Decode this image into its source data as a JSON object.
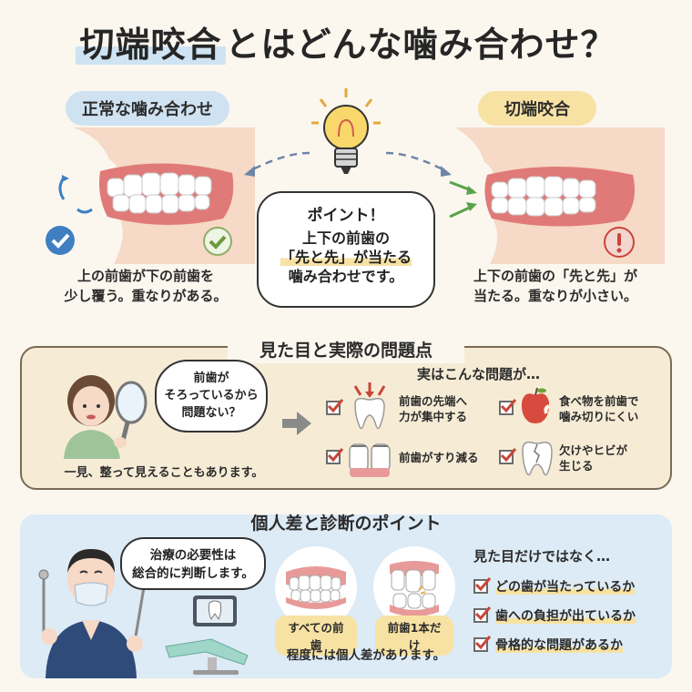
{
  "title": {
    "main_hl": "切端咬合",
    "main_rest": "とはどんな噛み合わせ？"
  },
  "normal": {
    "label": "正常な噛み合わせ",
    "caption_1": "上の前歯が下の前歯を",
    "caption_2": "少し覆う。重なりがある。"
  },
  "edge": {
    "label": "切端咬合",
    "caption_1": "上下の前歯の「先と先」が",
    "caption_2": "当たる。重なりが小さい。"
  },
  "point": {
    "head": "ポイント！",
    "line_1": "上下の前歯の",
    "line_2": "「先と先」が当たる",
    "line_3": "噛み合わせです。"
  },
  "problems": {
    "heading": "見た目と実際の問題点",
    "thought_1": "前歯が",
    "thought_2": "そろっているから",
    "thought_3": "問題ない？",
    "caption": "一見、整って見えることもあります。",
    "intro": "実はこんな問題が…",
    "items": [
      {
        "l1": "前歯の先端へ",
        "l2": "力が集中する"
      },
      {
        "l1": "食べ物を前歯で",
        "l2": "噛み切りにくい"
      },
      {
        "l1": "前歯がすり減る",
        "l2": ""
      },
      {
        "l1": "欠けやヒビが",
        "l2": "生じる"
      }
    ]
  },
  "diagnosis": {
    "heading": "個人差と診断のポイント",
    "speech_1": "治療の必要性は",
    "speech_2": "総合的に判断します。",
    "tag_all": "すべての前歯",
    "tag_one": "前歯1本だけ",
    "degree": "程度には個人差があります。",
    "list_head": "見た目だけではなく…",
    "list": [
      "どの歯が当たっているか",
      "歯への負担が出ているか",
      "骨格的な問題があるか"
    ]
  },
  "colors": {
    "accent_blue": "#cfe2f1",
    "accent_yellow": "#f7e2a3",
    "check_red": "#c9453a"
  }
}
